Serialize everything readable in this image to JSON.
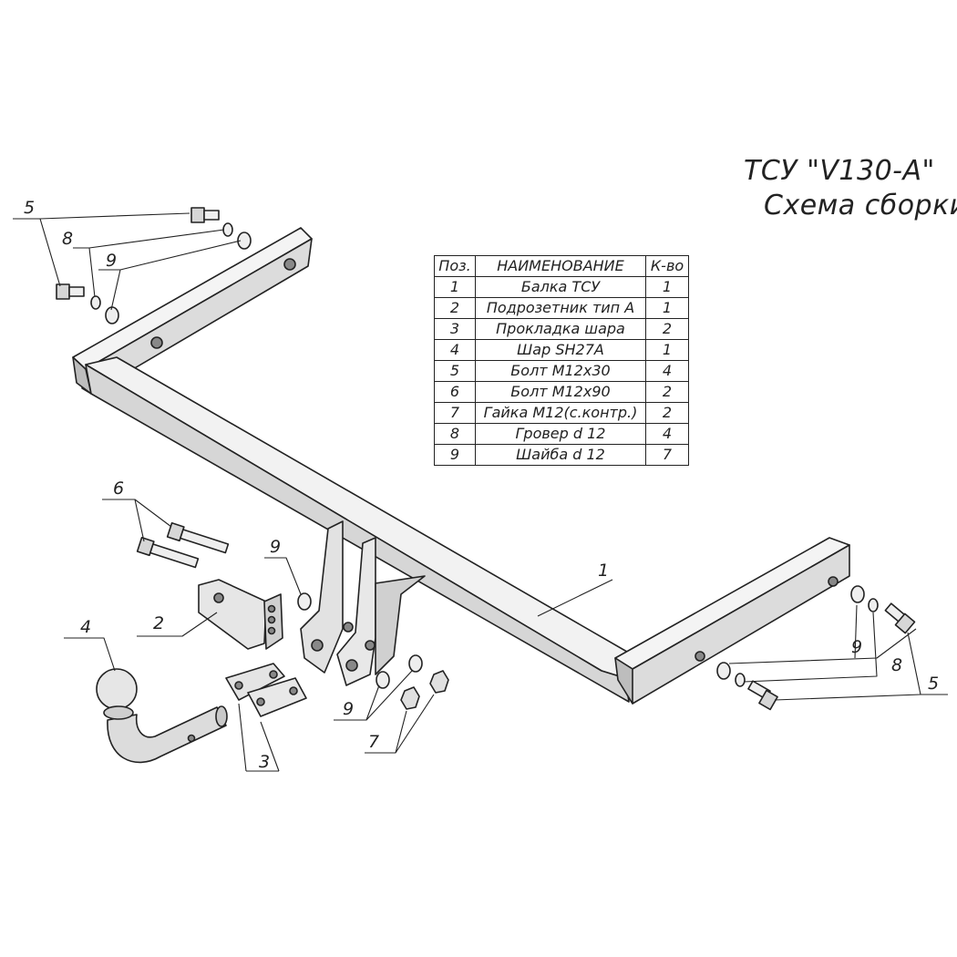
{
  "title": {
    "line1": "ТСУ \"V130-A\"",
    "line2": "Схема сборки"
  },
  "table": {
    "headers": [
      "Поз.",
      "НАИМЕНОВАНИЕ",
      "К-во"
    ],
    "rows": [
      [
        "1",
        "Балка ТСУ",
        "1"
      ],
      [
        "2",
        "Подрозетник тип А",
        "1"
      ],
      [
        "3",
        "Прокладка шара",
        "2"
      ],
      [
        "4",
        "Шар SH27A",
        "1"
      ],
      [
        "5",
        "Болт М12х30",
        "4"
      ],
      [
        "6",
        "Болт М12х90",
        "2"
      ],
      [
        "7",
        "Гайка М12(с.контр.)",
        "2"
      ],
      [
        "8",
        "Гровер d 12",
        "4"
      ],
      [
        "9",
        "Шайба d 12",
        "7"
      ]
    ]
  },
  "callouts": {
    "c1": "1",
    "c2": "2",
    "c3": "3",
    "c4": "4",
    "c5_left": "5",
    "c5_right": "5",
    "c6": "6",
    "c7": "7",
    "c8_left": "8",
    "c8_right": "8",
    "c9_left": "9",
    "c9_center": "9",
    "c9_bottom": "9",
    "c9_right": "9"
  },
  "colors": {
    "line": "#222222",
    "part_fill": "#eeeeee",
    "part_shade": "#c8c8c8"
  }
}
